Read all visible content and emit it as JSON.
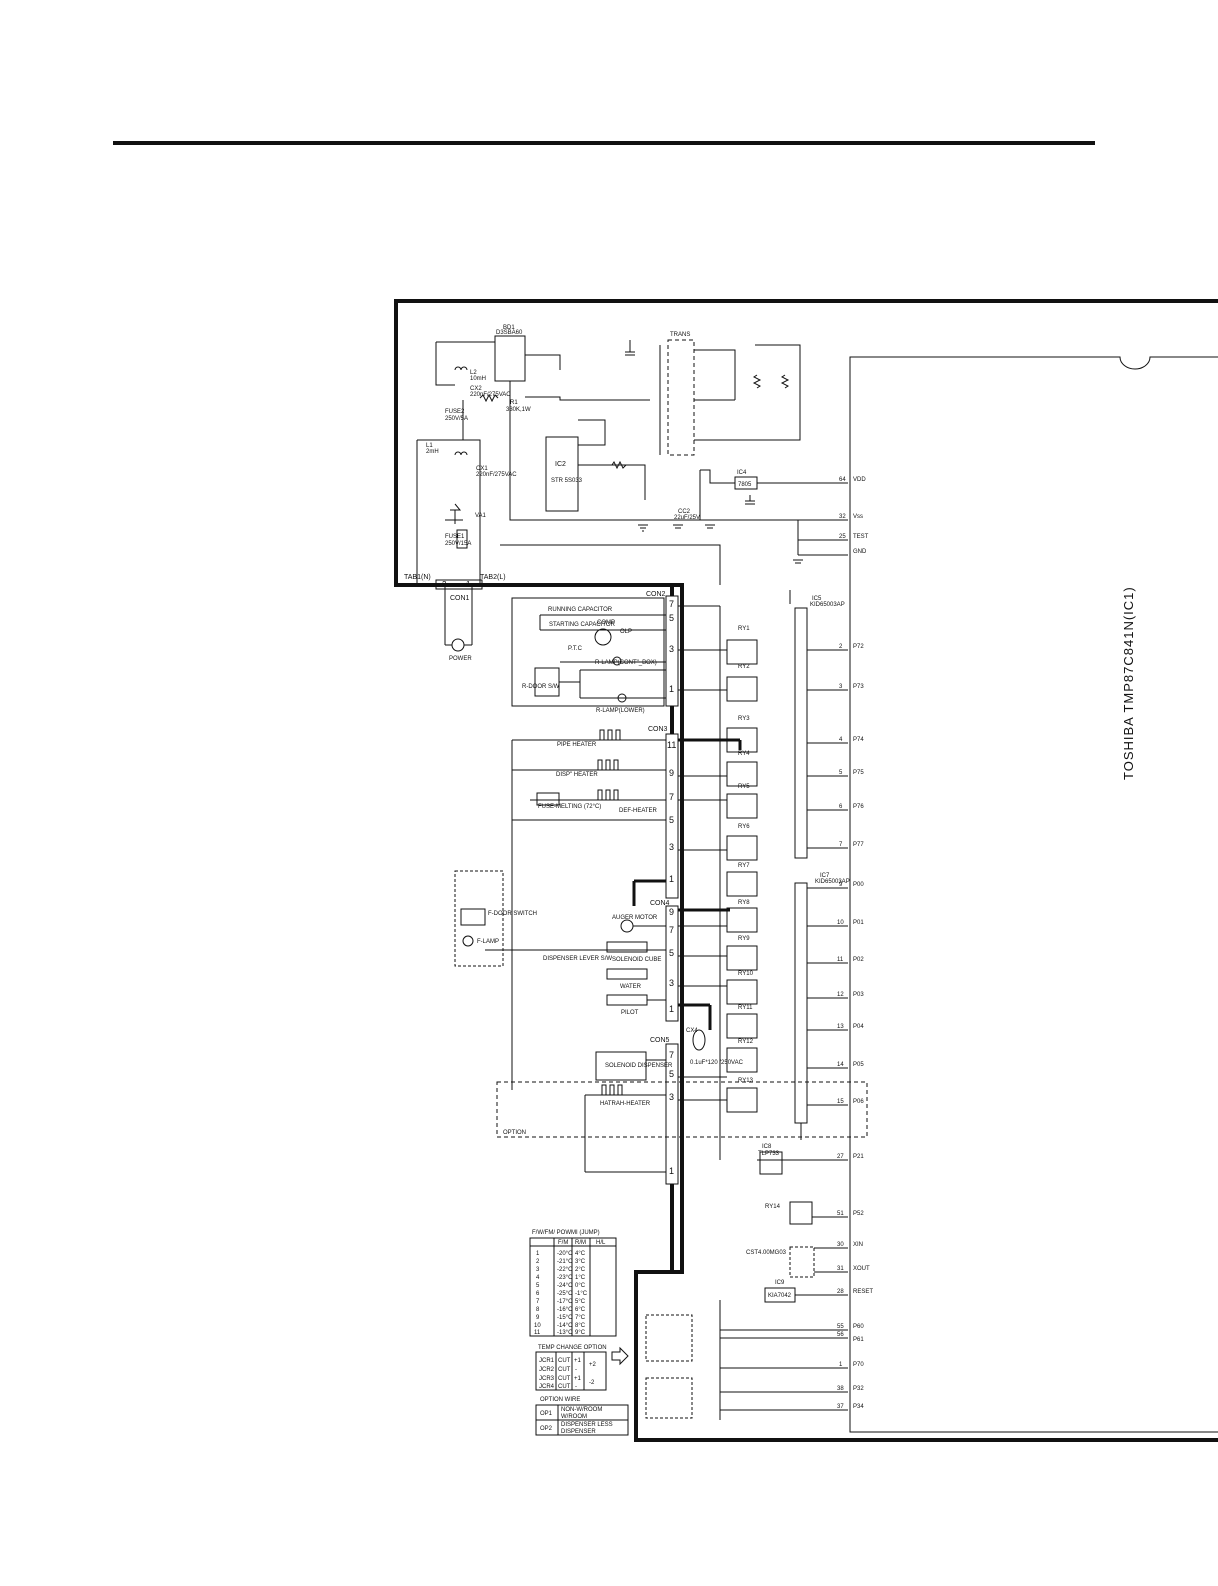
{
  "ic_title": "TOSHIBA TMP87C841N(IC1)",
  "power": {
    "bd1": "BD1",
    "bd1_part": "D3SBA60",
    "l2": "L2",
    "l2_val": "10mH",
    "cx2": "CX2",
    "cx2_val": "220nF/275VAC",
    "fuse2": "FUSE2",
    "fuse2_val": "250V/5A",
    "l1": "L1",
    "l1_val": "2mH",
    "cx1": "CX1",
    "cx1_val": "220nF/275VAC",
    "var": "VA1",
    "fuse1": "FUSE1",
    "fuse1_val": "250V/15A",
    "r1": "R1",
    "r1_val": "330K,1W",
    "ic2": "IC2",
    "ic2_part": "STR 5S033",
    "trans": "TRANS",
    "ic4": "IC4",
    "ic4_part": "7805",
    "cc2": "CC2",
    "cc2_val": "22uF/25V"
  },
  "tab1": "TAB1(N)",
  "tab2": "TAB2(L)",
  "con1": "CON1",
  "con1_pins": [
    "2",
    "1"
  ],
  "power_label": "POWER",
  "con2": "CON2",
  "con2_pins": [
    "7",
    "5",
    "3",
    "1"
  ],
  "con3": "CON3",
  "con3_pins": [
    "11",
    "9",
    "7",
    "5",
    "3",
    "1"
  ],
  "con4": "CON4",
  "con4_pins": [
    "9",
    "7",
    "5",
    "3",
    "1"
  ],
  "con5": "CON5",
  "con5_pins": [
    "7",
    "5",
    "3",
    "1"
  ],
  "loads": {
    "running_cap": "RUNNING CAPACITOR",
    "starting_cap": "STARTING CAPACITOR",
    "ptc": "P.T.C",
    "comp": "COMP",
    "olp": "OLP",
    "r_lamp_cont": "R-LAMP(CONT\"_BOX)",
    "r_door": "R-DOOR S/W",
    "r_lamp_lower": "R-LAMP(LOWER)",
    "pipe_heater": "PIPE HEATER",
    "disp_heater": "DISP\" HEATER",
    "fuse_melting": "FUSE-MELTING (72°C)",
    "def_heater": "DEF-HEATER",
    "f_door": "F-DOOR SWITCH",
    "f_lamp": "F-LAMP",
    "dispenser_lever": "DISPENSER LEVER S/W",
    "auger_motor": "AUGER MOTOR",
    "sol_cube": "SOLENOID CUBE",
    "water": "WATER",
    "pilot": "PILOT",
    "sol_disp": "SOLENOID DISPENSER",
    "hatrah_heater": "HATRAH-HEATER",
    "option": "OPTION",
    "cx4": "CX4",
    "cx4_val": "0.1uF*120 /250VAC"
  },
  "relays": [
    "RY1",
    "RY2",
    "RY3",
    "RY4",
    "RY5",
    "RY6",
    "RY7",
    "RY8",
    "RY9",
    "RY10",
    "RY11",
    "RY12",
    "RY13"
  ],
  "drivers": {
    "ic5": "IC5",
    "ic5_part": "KID65003AP",
    "ic7": "IC7",
    "ic7_part": "KID65003AP",
    "ic8": "IC8",
    "ic8_part": "TLP733",
    "ic9": "IC9",
    "ic9_part": "KIA7042",
    "osc": "CST4.00MG03",
    "ry14": "RY14"
  },
  "ic_pins": [
    {
      "num": "64",
      "name": "VDD"
    },
    {
      "num": "32",
      "name": "Vss"
    },
    {
      "num": "25",
      "name": "TEST"
    },
    {
      "num": "",
      "name": "GND"
    },
    {
      "num": "2",
      "name": "P72"
    },
    {
      "num": "3",
      "name": "P73"
    },
    {
      "num": "4",
      "name": "P74"
    },
    {
      "num": "5",
      "name": "P75"
    },
    {
      "num": "6",
      "name": "P76"
    },
    {
      "num": "7",
      "name": "P77"
    },
    {
      "num": "9",
      "name": "P00"
    },
    {
      "num": "10",
      "name": "P01"
    },
    {
      "num": "11",
      "name": "P02"
    },
    {
      "num": "12",
      "name": "P03"
    },
    {
      "num": "13",
      "name": "P04"
    },
    {
      "num": "14",
      "name": "P05"
    },
    {
      "num": "15",
      "name": "P06"
    },
    {
      "num": "27",
      "name": "P21"
    },
    {
      "num": "51",
      "name": "P52"
    },
    {
      "num": "30",
      "name": "XIN"
    },
    {
      "num": "31",
      "name": "XOUT"
    },
    {
      "num": "28",
      "name": "RESET"
    },
    {
      "num": "55",
      "name": "P60"
    },
    {
      "num": "56",
      "name": "P61"
    },
    {
      "num": "1",
      "name": "P70"
    },
    {
      "num": "38",
      "name": "P32"
    },
    {
      "num": "37",
      "name": "P34"
    }
  ],
  "tables": {
    "t1_title": "F/W/FM/ POWMI (JUMP)",
    "t1_head": [
      "",
      "F/M",
      "R/M",
      "H/L"
    ],
    "t1_rows": [
      [
        "1",
        "-20°C",
        "4°C",
        ""
      ],
      [
        "2",
        "-21°C",
        "3°C",
        ""
      ],
      [
        "3",
        "-22°C",
        "2°C",
        ""
      ],
      [
        "4",
        "-23°C",
        "1°C",
        ""
      ],
      [
        "5",
        "-24°C",
        "0°C",
        ""
      ],
      [
        "6",
        "-25°C",
        "-1°C",
        ""
      ],
      [
        "7",
        "-17°C",
        "5°C",
        ""
      ],
      [
        "8",
        "-16°C",
        "6°C",
        ""
      ],
      [
        "9",
        "-15°C",
        "7°C",
        ""
      ],
      [
        "10",
        "-14°C",
        "8°C",
        ""
      ],
      [
        "11",
        "-13°C",
        "9°C",
        ""
      ]
    ],
    "t2_title": "TEMP CHANGE OPTION",
    "t2_rows": [
      [
        "JCR1",
        "CUT",
        "+1",
        "+2"
      ],
      [
        "JCR2",
        "CUT",
        "-",
        ""
      ],
      [
        "JCR3",
        "CUT",
        "+1",
        "-2"
      ],
      [
        "JCR4",
        "CUT",
        "-",
        ""
      ]
    ],
    "t3_title": "OPTION WIRE",
    "t3_rows": [
      [
        "OP1",
        "NON-W/ROOM",
        "W/ROOM"
      ],
      [
        "OP2",
        "DISPENSER LESS",
        "DISPENSER"
      ]
    ]
  }
}
